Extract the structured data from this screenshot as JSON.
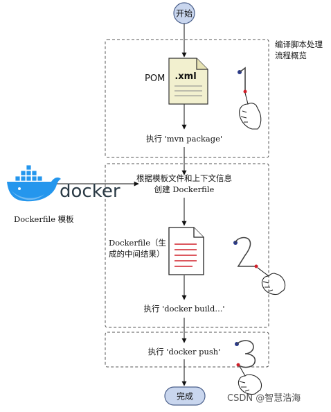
{
  "nodes": {
    "start": "开始",
    "end": "完成",
    "step1": "执行 'mvn package'",
    "step2": "根据模板文件和上下文信息创建 Dockerfile",
    "step3": "执行 'docker build...'",
    "step4": "执行 'docker push'"
  },
  "groups": {
    "compile_label": "编译脚本处理流程概览"
  },
  "artifacts": {
    "pom_label": "POM",
    "xml_label": ".xml",
    "dockerfile_label": "Dockerfile（生成的中间结果）",
    "template_label": "Dockerfile 模板",
    "docker_logo_text": "docker"
  },
  "steps_numbers": [
    "1",
    "2",
    "3"
  ],
  "watermark": "CSDN @智慧浩海",
  "colors": {
    "pill_fill": "#c9d6ee",
    "pill_stroke": "#4a5f8a",
    "docker_blue": "#2496ed",
    "doc_fill": "#f2f0cf",
    "red": "#d0202a",
    "dash": "#555555"
  }
}
